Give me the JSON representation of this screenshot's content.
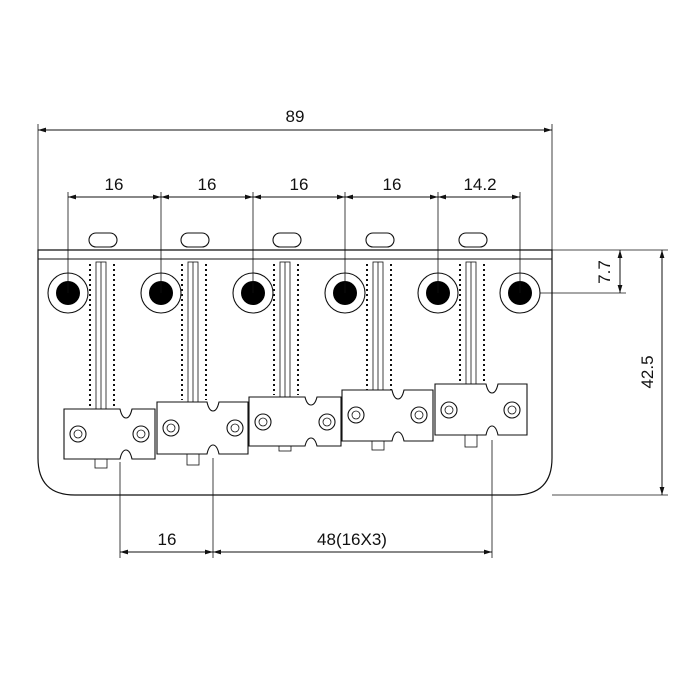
{
  "dimensions": {
    "overall_width": "89",
    "spacing_1": "16",
    "spacing_2": "16",
    "spacing_3": "16",
    "spacing_4": "16",
    "spacing_5": "14.2",
    "bottom_spacing": "16",
    "bottom_span": "48(16X3)",
    "height": "42.5",
    "hole_offset": "7.7"
  }
}
